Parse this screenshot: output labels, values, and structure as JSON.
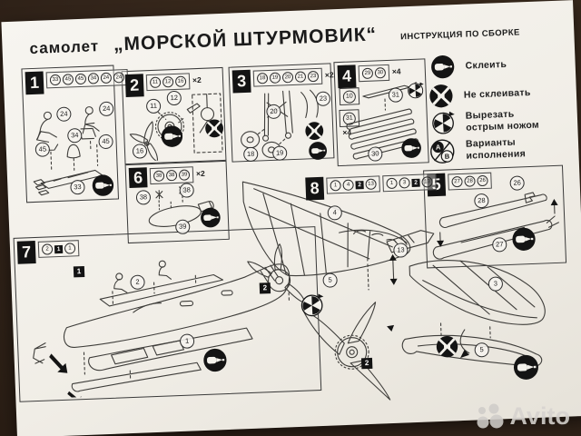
{
  "header": {
    "prefix": "самолет",
    "title": "„МОРСКОЙ ШТУРМОВИК“",
    "subtitle": "ИНСТРУКЦИЯ ПО СБОРКЕ"
  },
  "legend": {
    "glue": "Склеить",
    "no_glue": "Не склеивать",
    "cut1": "Вырезать",
    "cut2": "острым ножом",
    "var1": "Варианты",
    "var2": "исполнения",
    "variant_a": "А",
    "variant_b": "В"
  },
  "steps": [
    {
      "number": "1",
      "parts": [
        "33",
        "45",
        "45",
        "34",
        "24",
        "24"
      ],
      "labels": [
        "24",
        "24",
        "34",
        "45",
        "45",
        "33"
      ]
    },
    {
      "number": "2",
      "parts": [
        "11",
        "12",
        "16"
      ],
      "mult": "×2",
      "labels": [
        "11",
        "12",
        "16"
      ]
    },
    {
      "number": "3",
      "parts": [
        "18",
        "19",
        "20",
        "21",
        "23"
      ],
      "mult": "×2",
      "labels": [
        "20",
        "23",
        "18",
        "19"
      ]
    },
    {
      "number": "4",
      "parts": [
        "29",
        "30"
      ],
      "mult": "×4",
      "side_mult": "×4",
      "labels": [
        "31",
        "30",
        "10",
        "31"
      ]
    },
    {
      "number": "5",
      "parts": [
        "27",
        "28",
        "26"
      ],
      "labels": [
        "26",
        "28",
        "27"
      ]
    },
    {
      "number": "6",
      "parts": [
        "38",
        "38",
        "39"
      ],
      "mult": "×2",
      "labels": [
        "38",
        "38",
        "39"
      ]
    },
    {
      "number": "7",
      "parts": [
        "2",
        "1",
        "1"
      ],
      "labels": [
        "1",
        "2",
        "1"
      ]
    },
    {
      "number": "8",
      "groups": [
        [
          "1",
          "4",
          "2",
          "13"
        ],
        [
          "1",
          "3",
          "2",
          "13"
        ]
      ],
      "labels": [
        "4",
        "5",
        "2",
        "2",
        "13",
        "3",
        "5"
      ]
    }
  ],
  "watermark": {
    "brand": "Avito"
  },
  "colors": {
    "paper": "#f2efe8",
    "ink": "#1c1c1c",
    "wood": "#32241a"
  }
}
